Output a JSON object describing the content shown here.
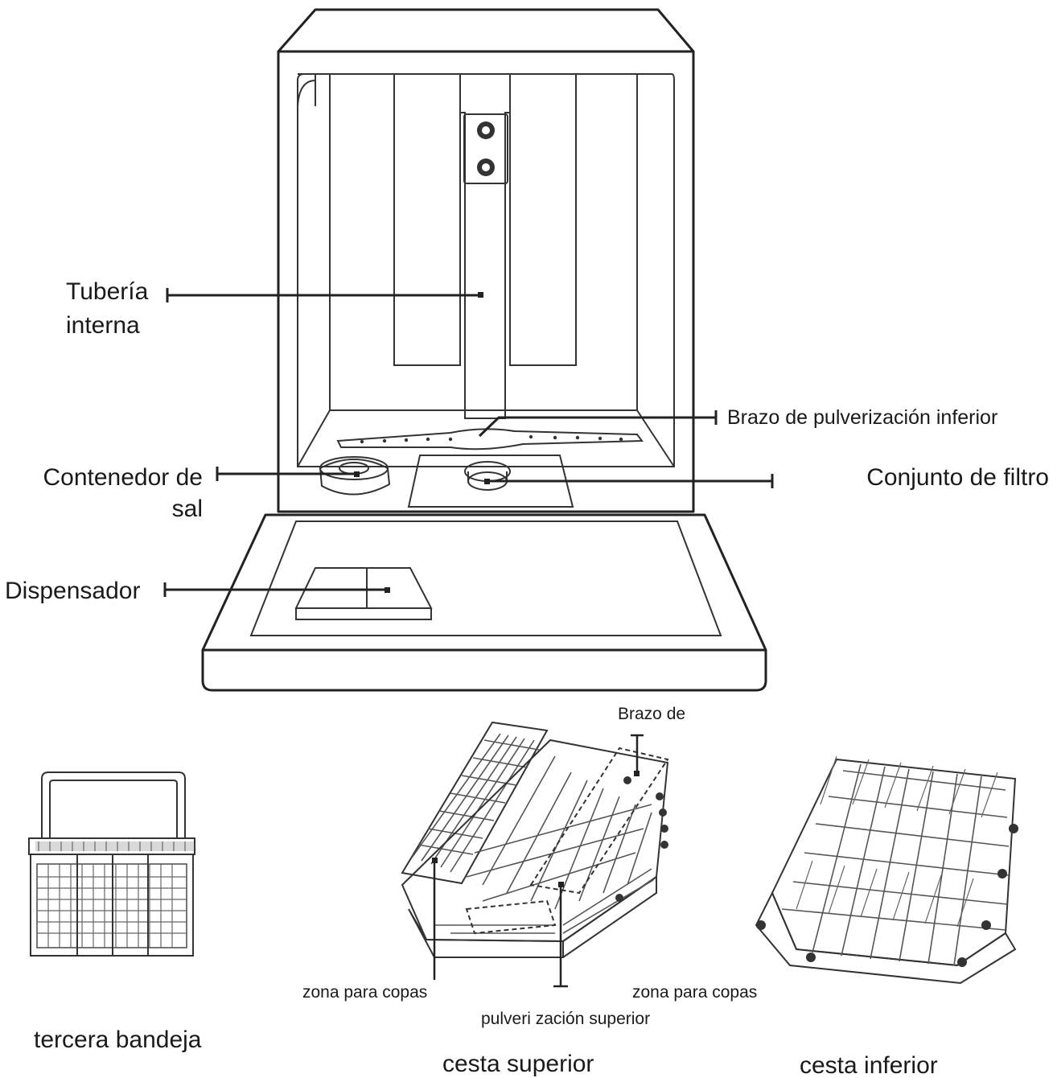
{
  "labels": {
    "tuberia_line1": "Tubería",
    "tuberia_line2": "interna",
    "brazo_inferior": "Brazo de pulverización inferior",
    "contenedor_line1": "Contenedor de",
    "contenedor_line2": "sal",
    "conjunto_filtro": "Conjunto de filtro",
    "dispensador": "Dispensador",
    "brazo_superior_line1": "Brazo de",
    "brazo_superior_line2": "pulveri zación superior",
    "zona_copas_left": "zona para copas",
    "zona_copas_right": "zona para copas",
    "tercera_bandeja": "tercera bandeja",
    "cesta_superior": "cesta superior",
    "cesta_inferior": "cesta inferior"
  },
  "icons": [
    "dishwasher-illustration",
    "cutlery-basket-icon",
    "upper-rack-icon",
    "lower-rack-icon"
  ],
  "colors": {
    "line": "#222222",
    "text": "#1a1a1a",
    "background": "#ffffff"
  }
}
